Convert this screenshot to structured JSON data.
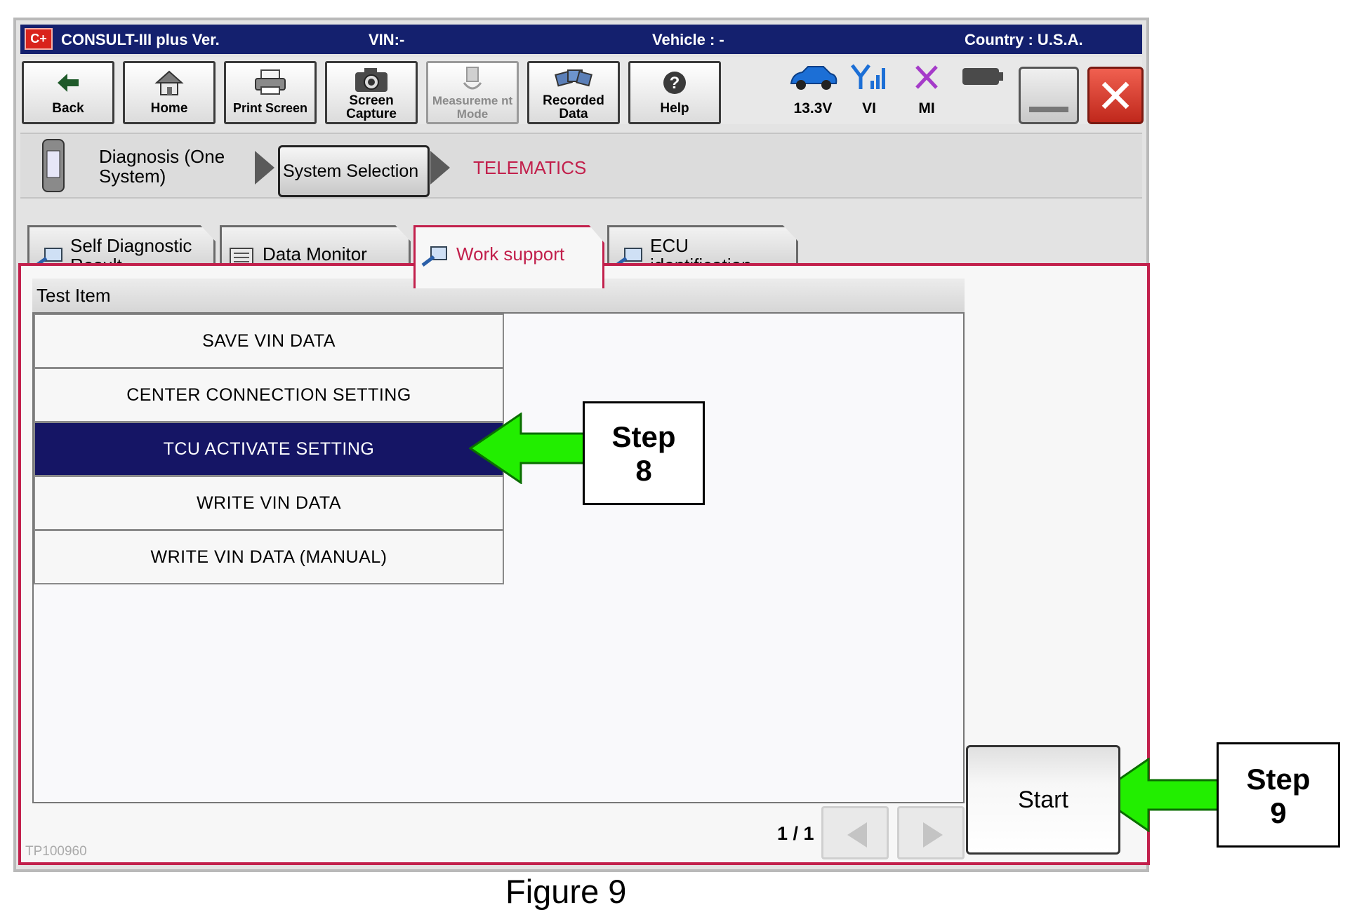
{
  "titlebar": {
    "logo": "C+",
    "app": "CONSULT-III plus  Ver.",
    "vin": "VIN:-",
    "vehicle": "Vehicle : -",
    "country": "Country : U.S.A."
  },
  "toolbar": {
    "back": "Back",
    "home": "Home",
    "print_screen": "Print Screen",
    "screen_capture": "Screen Capture",
    "measurement_mode": "Measureme nt Mode",
    "recorded_data": "Recorded Data",
    "help": "Help"
  },
  "status": {
    "voltage": "13.3V",
    "vi": "VI",
    "mi": "MI"
  },
  "breadcrumb": {
    "step1": "Diagnosis (One System)",
    "step2": "System Selection",
    "step3": "TELEMATICS"
  },
  "tabs": [
    {
      "label": "Self Diagnostic Result"
    },
    {
      "label": "Data Monitor"
    },
    {
      "label": "Work support"
    },
    {
      "label": "ECU identification"
    }
  ],
  "list": {
    "header": "Test Item",
    "items": [
      "SAVE VIN DATA",
      "CENTER CONNECTION SETTING",
      "TCU ACTIVATE SETTING",
      "WRITE VIN DATA",
      "WRITE VIN DATA (MANUAL)"
    ],
    "selected_index": 2
  },
  "pager": "1 / 1",
  "watermark": "TP100960",
  "start_button": "Start",
  "callouts": {
    "step8_word": "Step",
    "step8_num": "8",
    "step9_word": "Step",
    "step9_num": "9"
  },
  "caption": "Figure 9",
  "colors": {
    "titlebar": "#14206e",
    "selected_row": "#151565",
    "active_accent": "#c2204c",
    "arrow_green": "#22ee00"
  }
}
